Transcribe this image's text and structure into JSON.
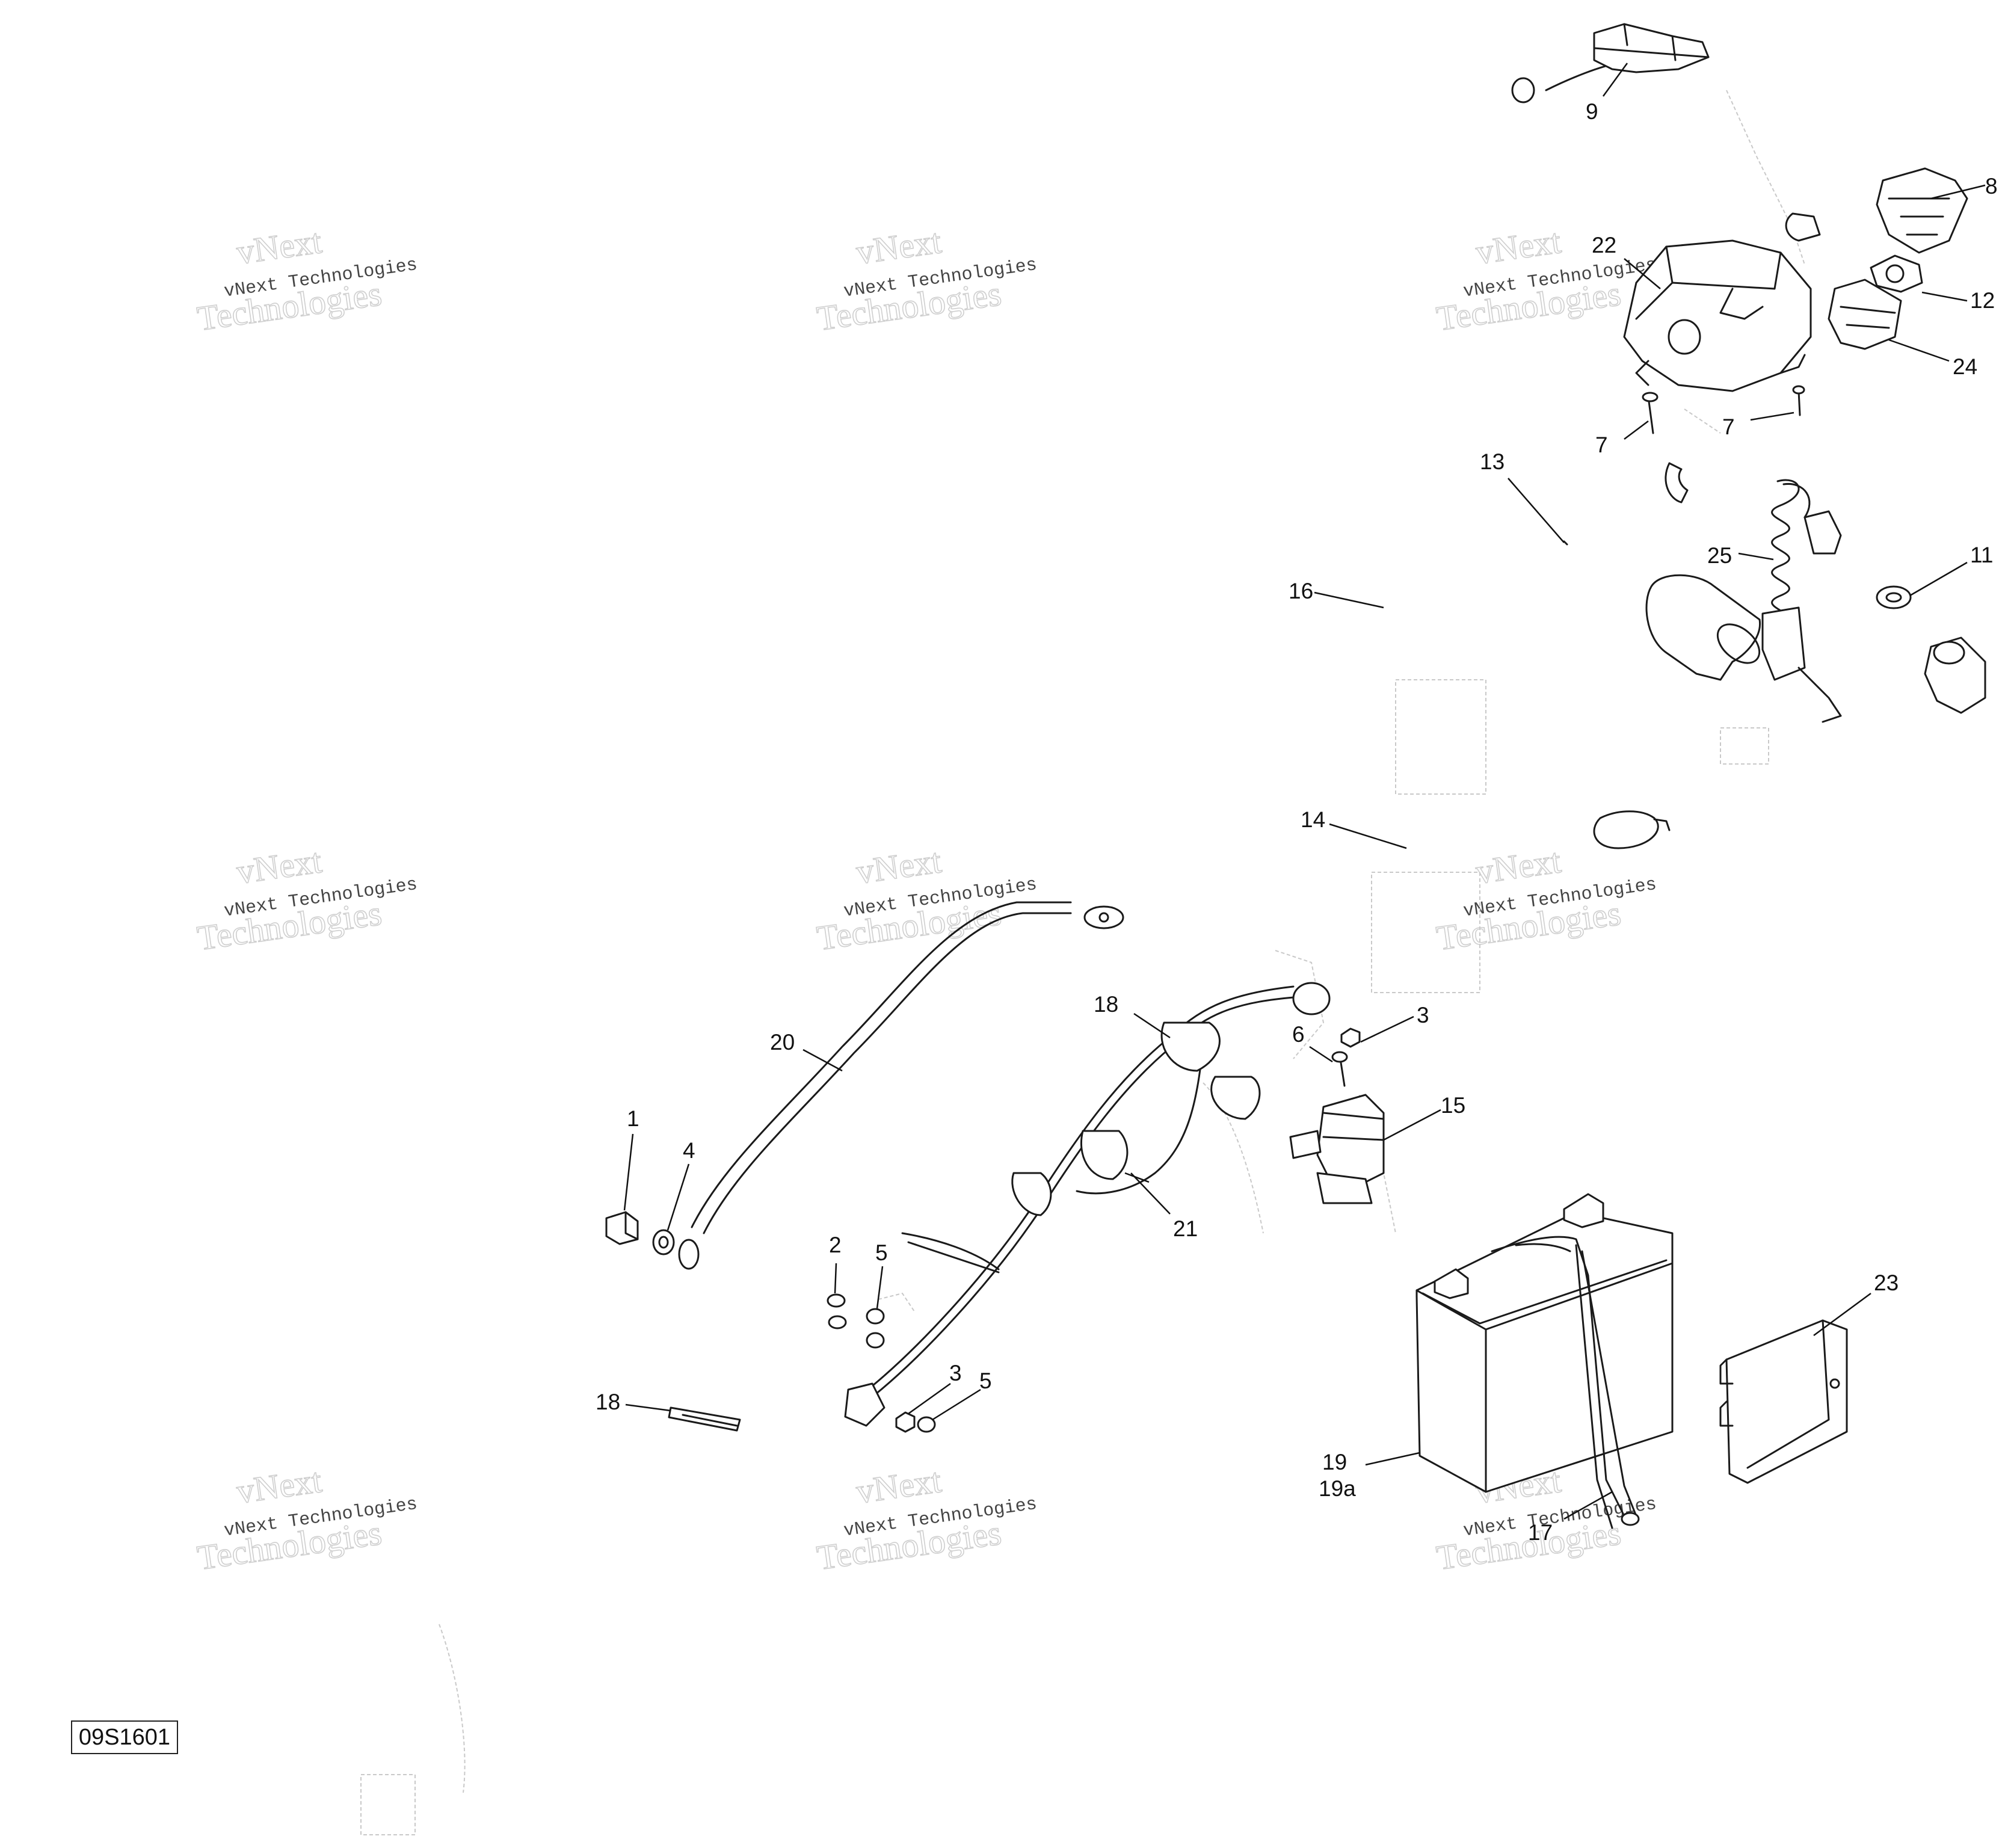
{
  "watermark": {
    "line1": "vNext",
    "line2": "vNext Technologies",
    "line3": "Technologies"
  },
  "reference_code": "09S1601",
  "callouts": {
    "c1": "1",
    "c2": "2",
    "c3a": "3",
    "c3b": "3",
    "c4": "4",
    "c5a": "5",
    "c5b": "5",
    "c6": "6",
    "c7a": "7",
    "c7b": "7",
    "c8": "8",
    "c9": "9",
    "c11": "11",
    "c12": "12",
    "c13": "13",
    "c14": "14",
    "c15": "15",
    "c16": "16",
    "c17": "17",
    "c18a": "18",
    "c18b": "18",
    "c19": "19",
    "c19a": "19a",
    "c20": "20",
    "c21": "21",
    "c22": "22",
    "c23": "23",
    "c24": "24",
    "c25": "25"
  }
}
